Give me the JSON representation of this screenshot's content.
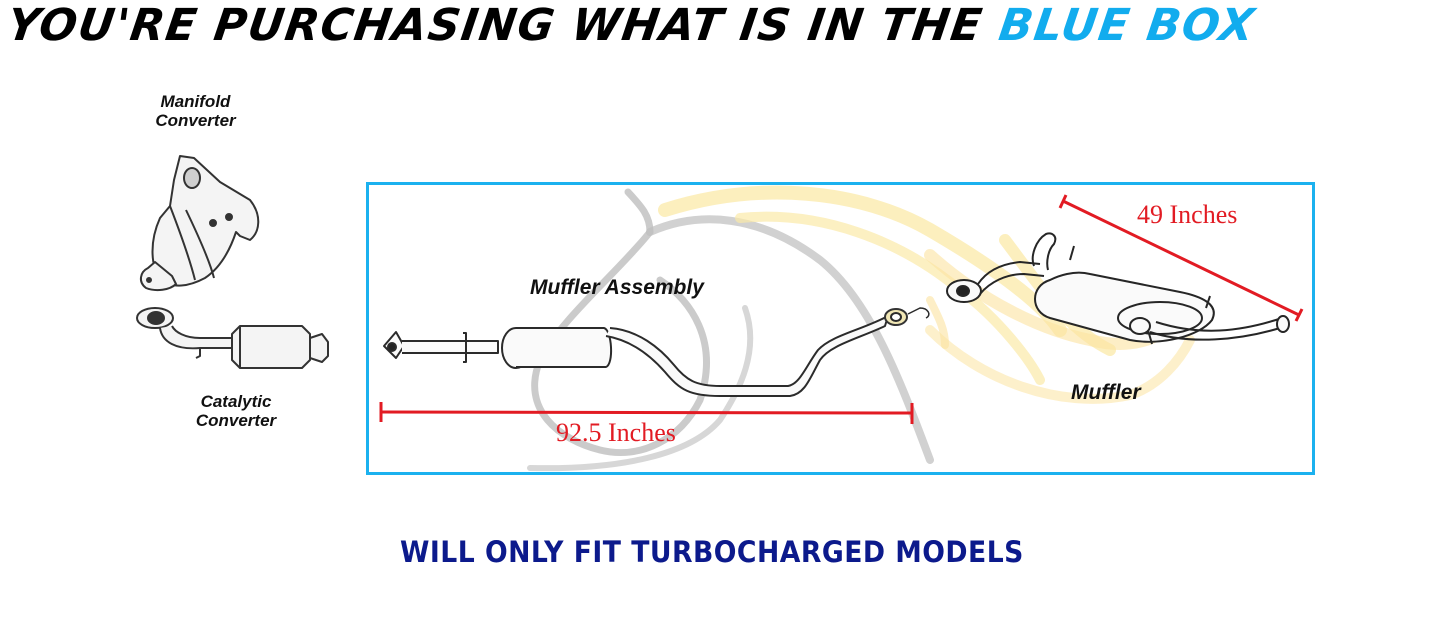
{
  "header": {
    "headline_prefix": "YOU'RE PURCHASING WHAT IS IN THE ",
    "headline_accent": "BLUE BOX",
    "accent_color": "#12acee"
  },
  "parts_not_included": [
    {
      "id": "manifold",
      "label_line1": "Manifold",
      "label_line2": "Converter"
    },
    {
      "id": "catalytic",
      "label_line1": "Catalytic",
      "label_line2": "Converter"
    }
  ],
  "blue_box": {
    "border_color": "#1bb1ef",
    "parts": [
      {
        "id": "muffler-assembly",
        "label": "Muffler Assembly",
        "measurement": "92.5 Inches"
      },
      {
        "id": "muffler",
        "label": "Muffler",
        "measurement": "49 Inches"
      }
    ]
  },
  "measurement_color": "#e21b23",
  "footer": {
    "notice": "WILL ONLY FIT TURBOCHARGED MODELS",
    "color": "#0c1a8c"
  }
}
